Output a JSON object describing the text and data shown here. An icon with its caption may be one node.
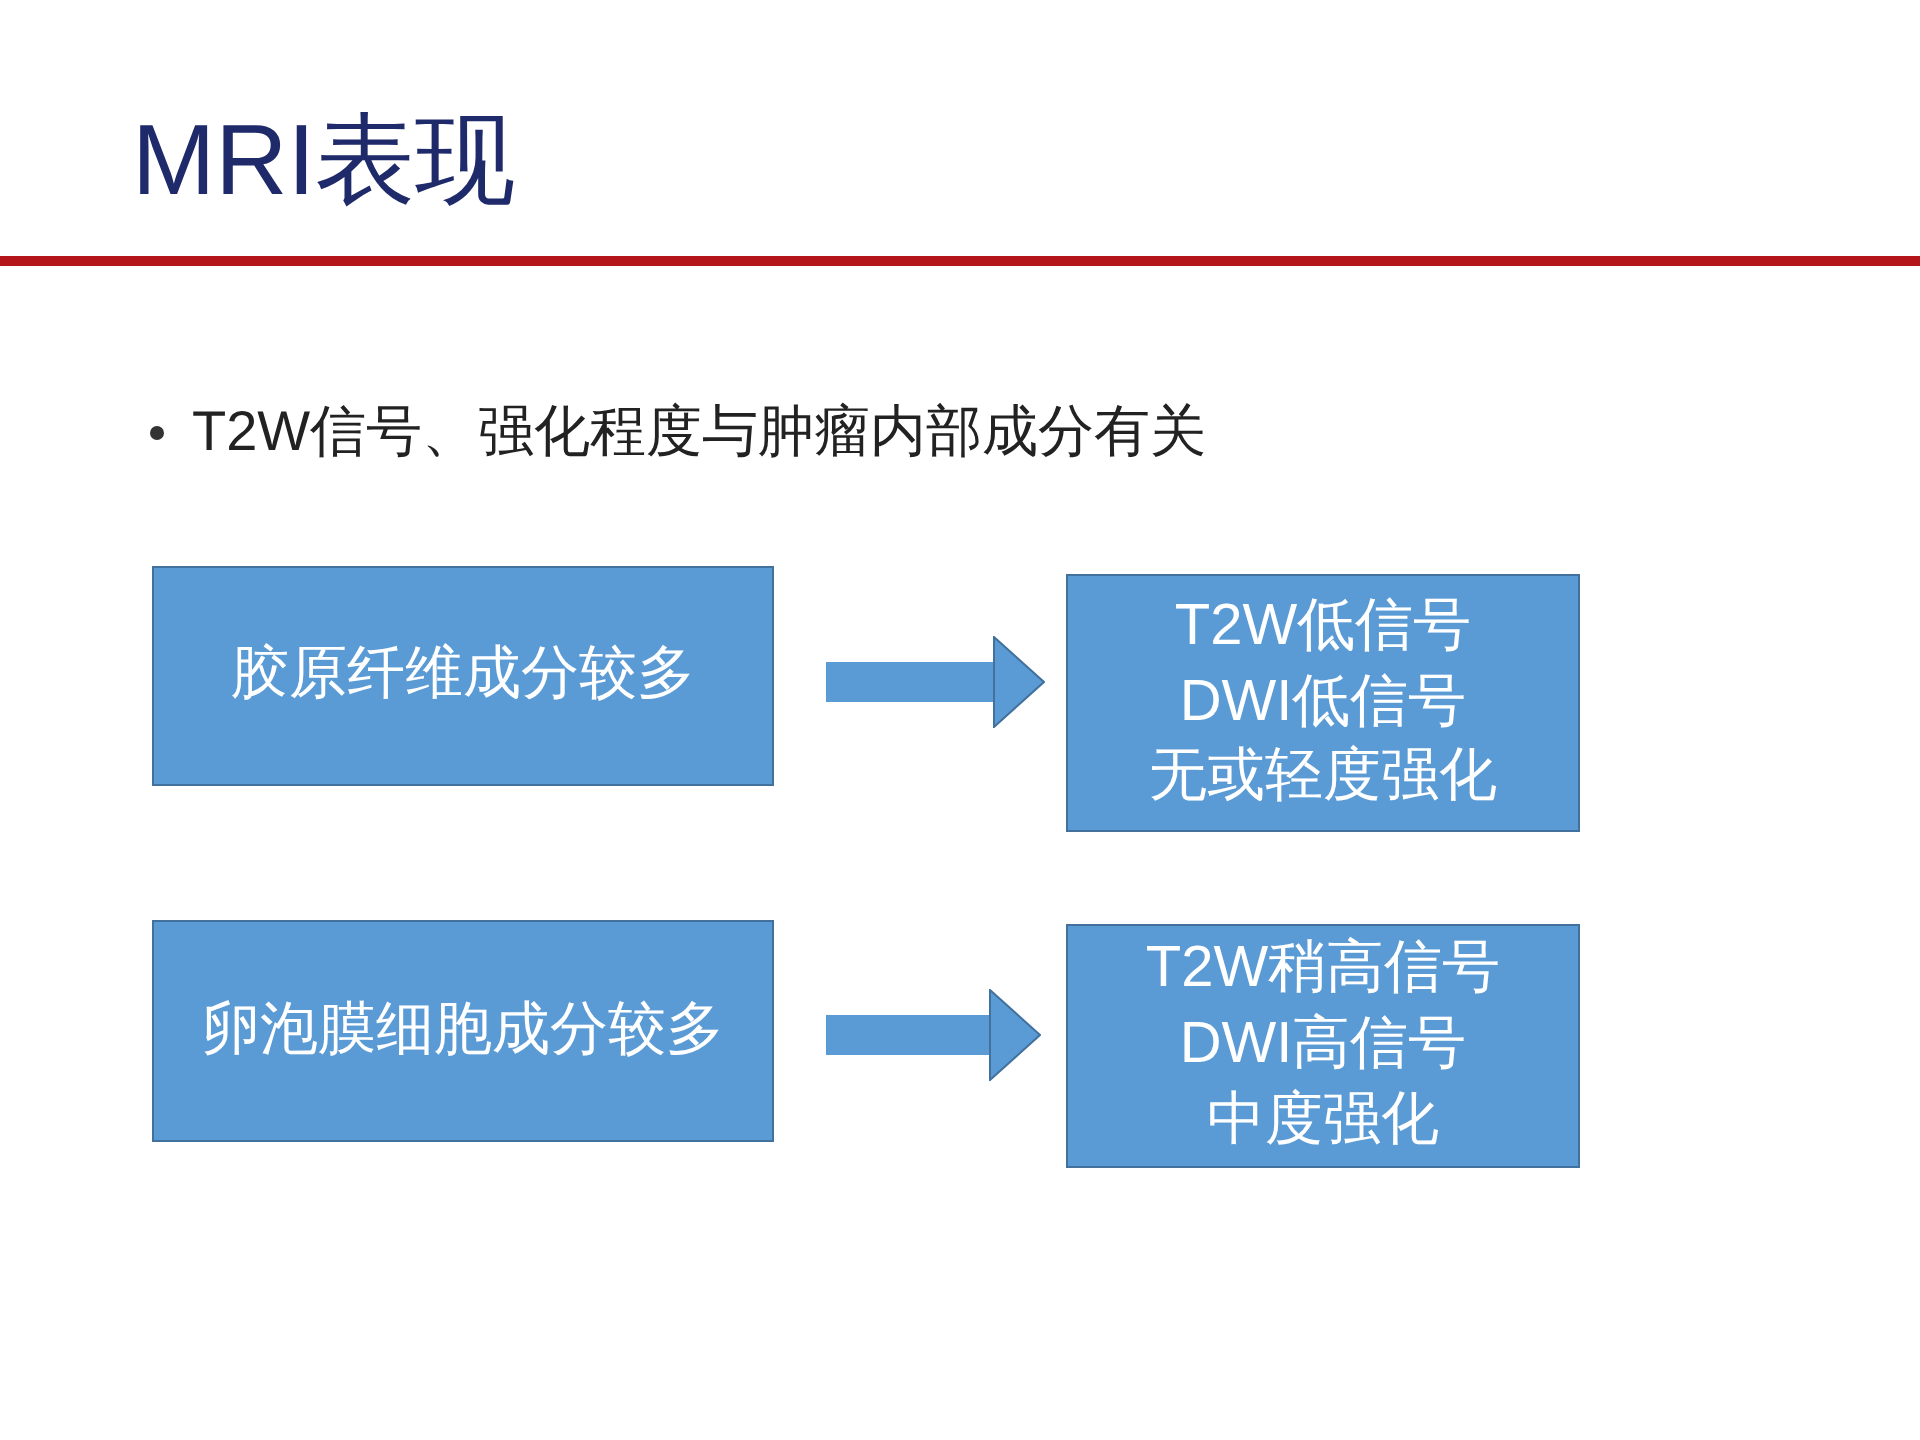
{
  "diagram": {
    "title": "MRI表现",
    "nodes": [
      {
        "text": [
          "胶原纤维成分较多"
        ]
      },
      {
        "text": [
          "T2W低信号",
          "DWI低信号",
          "无或轻度强化"
        ]
      },
      {
        "text": [
          "卵泡膜细胞成分较多"
        ]
      },
      {
        "text": [
          "T2W稍高信号",
          "DWI高信号",
          "中度强化"
        ]
      }
    ],
    "edges": [
      {
        "from": 0,
        "to": 1,
        "arrow": "to"
      },
      {
        "from": 2,
        "to": 3,
        "arrow": "to"
      }
    ],
    "labels": [
      "T2W信号、强化程度与肿瘤内部成分有关"
    ]
  }
}
